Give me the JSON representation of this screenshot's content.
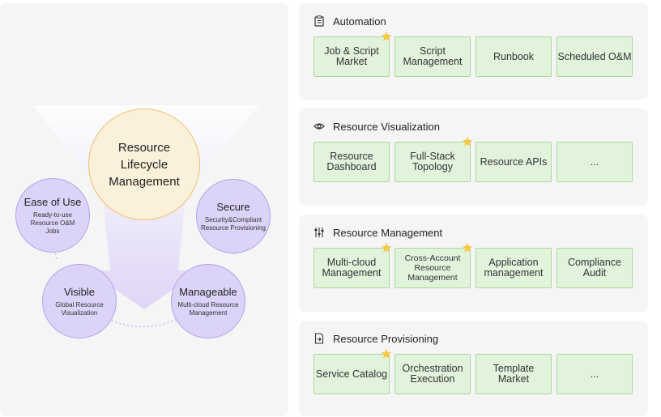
{
  "lifecycle": {
    "center": "Resource Lifecycle Management",
    "nodes": {
      "ease": {
        "title": "Ease of Use",
        "desc": "Ready-to-use Resource O&M Jobs"
      },
      "secure": {
        "title": "Secure",
        "desc": "Security&Compliant Resource Provisioning"
      },
      "visible": {
        "title": "Visible",
        "desc": "Global Resource Visualization"
      },
      "manageable": {
        "title": "Manageable",
        "desc": "Multi-cloud Resource Management"
      }
    }
  },
  "sections": {
    "automation": {
      "title": "Automation",
      "icon": "clipboard-icon",
      "cards": [
        "Job & Script Market",
        "Script Management",
        "Runbook",
        "Scheduled O&M"
      ]
    },
    "visualization": {
      "title": "Resource Visualization",
      "icon": "eye-icon",
      "cards": [
        "Resource Dashboard",
        "Full-Stack Topology",
        "Resource APIs",
        "..."
      ]
    },
    "management": {
      "title": "Resource Management",
      "icon": "sliders-icon",
      "cards": [
        "Multi-cloud Management",
        "Cross-Account Resource Management",
        "Application management",
        "Compliance Audit"
      ]
    },
    "provisioning": {
      "title": "Resource Provisioning",
      "icon": "export-icon",
      "cards": [
        "Service Catalog",
        "Orchestration Execution",
        "Template Market",
        "..."
      ]
    }
  },
  "colors": {
    "card_fill": "#e2f3dc",
    "card_border": "#a9d89b",
    "center_fill": "#fbf0da",
    "center_border": "#eac06e",
    "node_fill": "#dcd3f8",
    "node_border": "#b1a1ec",
    "star": "#f7c948",
    "funnel": "#e3dcf8"
  }
}
